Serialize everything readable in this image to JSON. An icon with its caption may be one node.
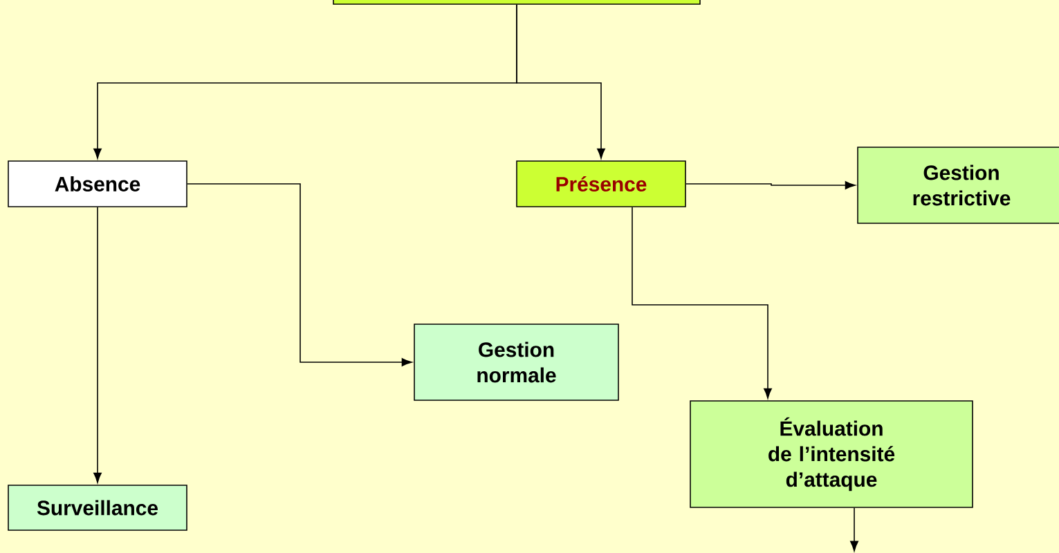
{
  "diagram": {
    "nodes": [
      {
        "text": [],
        "shape": "box"
      },
      {
        "text": [
          "Absence"
        ]
      },
      {
        "text": [
          "Présence"
        ]
      },
      {
        "text": [
          "Gestion restrictive"
        ]
      },
      {
        "text": [
          "Gestion normale"
        ]
      },
      {
        "text": [
          "Surveillance"
        ]
      },
      {
        "text": [
          "Évaluation de l’intensité d’attaque"
        ]
      }
    ],
    "edges": [
      {
        "from": 0,
        "to": 1,
        "arrow": "to"
      },
      {
        "from": 0,
        "to": 2,
        "arrow": "to"
      },
      {
        "from": 1,
        "to": 4,
        "arrow": "to"
      },
      {
        "from": 1,
        "to": 5,
        "arrow": "to"
      },
      {
        "from": 2,
        "to": 3,
        "arrow": "to"
      },
      {
        "from": 2,
        "to": 6,
        "arrow": "to"
      },
      {
        "from": 6,
        "to": null,
        "arrow": "to"
      }
    ]
  }
}
